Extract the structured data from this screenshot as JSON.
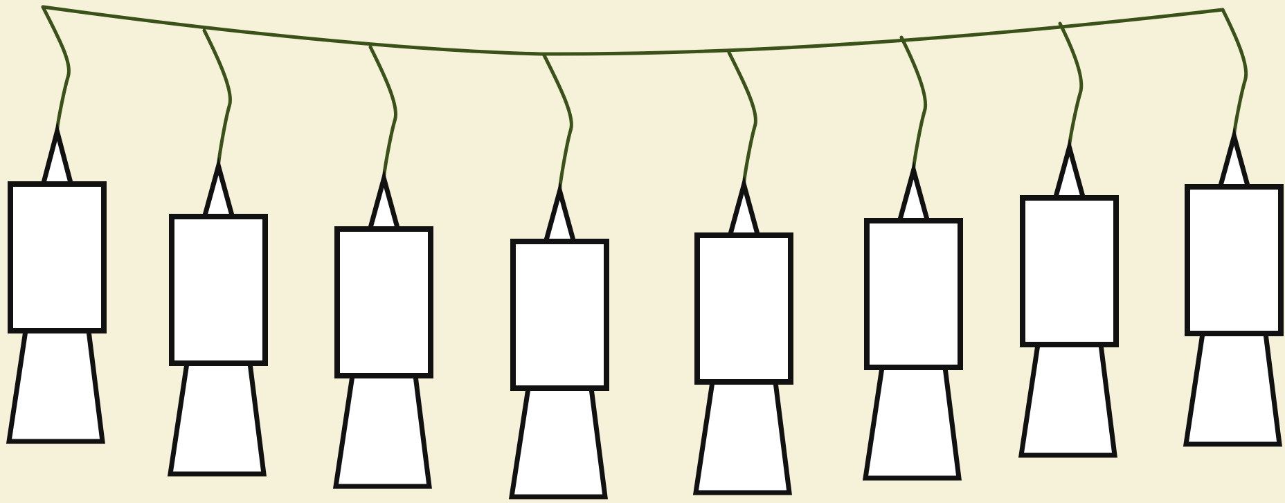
{
  "colors": {
    "background": "#f5f2d9",
    "string": "#3a5219",
    "outline": "#111111",
    "fill": "#ffffff"
  },
  "ornaments": {
    "count": 8,
    "items": [
      {
        "name": "ornament-1"
      },
      {
        "name": "ornament-2"
      },
      {
        "name": "ornament-3"
      },
      {
        "name": "ornament-4"
      },
      {
        "name": "ornament-5"
      },
      {
        "name": "ornament-6"
      },
      {
        "name": "ornament-7"
      },
      {
        "name": "ornament-8"
      }
    ]
  }
}
